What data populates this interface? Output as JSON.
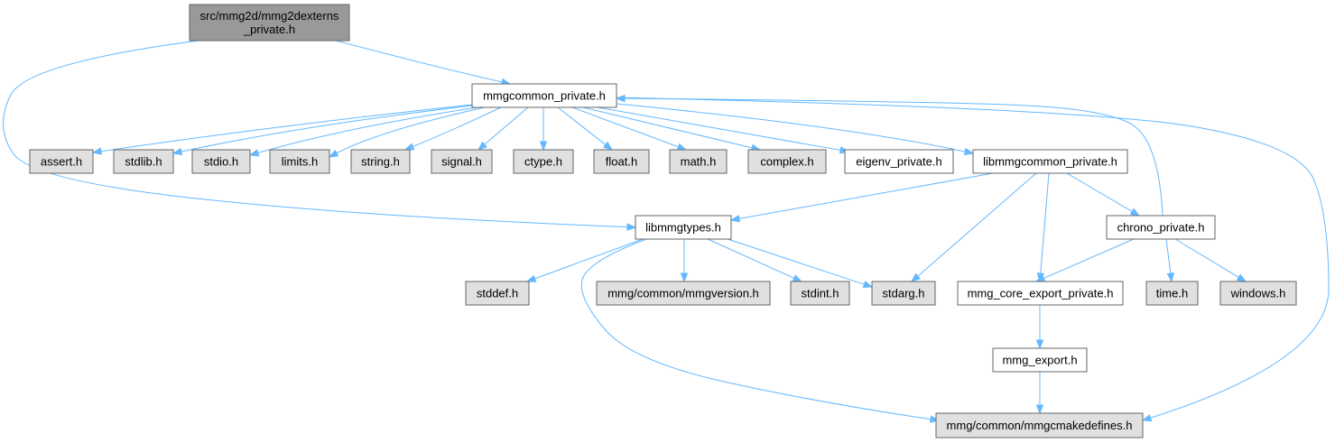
{
  "diagram": {
    "colors": {
      "root_fill": "#999999",
      "documented_fill": "#ffffff",
      "external_fill": "#e0e0e0",
      "border": "#666666",
      "edge": "#63b8ff"
    },
    "nodes": [
      {
        "id": "root",
        "lines": [
          "src/mmg2d/mmg2dexterns",
          "_private.h"
        ],
        "kind": "root"
      },
      {
        "id": "mmgcommon",
        "lines": [
          "mmgcommon_private.h"
        ],
        "kind": "documented"
      },
      {
        "id": "assert",
        "lines": [
          "assert.h"
        ],
        "kind": "external"
      },
      {
        "id": "stdlib",
        "lines": [
          "stdlib.h"
        ],
        "kind": "external"
      },
      {
        "id": "stdio",
        "lines": [
          "stdio.h"
        ],
        "kind": "external"
      },
      {
        "id": "limits",
        "lines": [
          "limits.h"
        ],
        "kind": "external"
      },
      {
        "id": "string",
        "lines": [
          "string.h"
        ],
        "kind": "external"
      },
      {
        "id": "signal",
        "lines": [
          "signal.h"
        ],
        "kind": "external"
      },
      {
        "id": "ctype",
        "lines": [
          "ctype.h"
        ],
        "kind": "external"
      },
      {
        "id": "float",
        "lines": [
          "float.h"
        ],
        "kind": "external"
      },
      {
        "id": "math",
        "lines": [
          "math.h"
        ],
        "kind": "external"
      },
      {
        "id": "complex",
        "lines": [
          "complex.h"
        ],
        "kind": "external"
      },
      {
        "id": "eigenv",
        "lines": [
          "eigenv_private.h"
        ],
        "kind": "documented"
      },
      {
        "id": "libmmgcommon",
        "lines": [
          "libmmgcommon_private.h"
        ],
        "kind": "documented"
      },
      {
        "id": "libmmgtypes",
        "lines": [
          "libmmgtypes.h"
        ],
        "kind": "documented"
      },
      {
        "id": "chrono",
        "lines": [
          "chrono_private.h"
        ],
        "kind": "documented"
      },
      {
        "id": "stddef",
        "lines": [
          "stddef.h"
        ],
        "kind": "external"
      },
      {
        "id": "mmgversion",
        "lines": [
          "mmg/common/mmgversion.h"
        ],
        "kind": "external"
      },
      {
        "id": "stdint",
        "lines": [
          "stdint.h"
        ],
        "kind": "external"
      },
      {
        "id": "stdarg",
        "lines": [
          "stdarg.h"
        ],
        "kind": "external"
      },
      {
        "id": "coreexport",
        "lines": [
          "mmg_core_export_private.h"
        ],
        "kind": "documented"
      },
      {
        "id": "time",
        "lines": [
          "time.h"
        ],
        "kind": "external"
      },
      {
        "id": "windows",
        "lines": [
          "windows.h"
        ],
        "kind": "external"
      },
      {
        "id": "mmgexport",
        "lines": [
          "mmg_export.h"
        ],
        "kind": "documented"
      },
      {
        "id": "cmakedefines",
        "lines": [
          "mmg/common/mmgcmakedefines.h"
        ],
        "kind": "external"
      }
    ],
    "edges": [
      {
        "from": "root",
        "to": "mmgcommon"
      },
      {
        "from": "root",
        "to": "libmmgtypes"
      },
      {
        "from": "mmgcommon",
        "to": "assert"
      },
      {
        "from": "mmgcommon",
        "to": "stdlib"
      },
      {
        "from": "mmgcommon",
        "to": "stdio"
      },
      {
        "from": "mmgcommon",
        "to": "limits"
      },
      {
        "from": "mmgcommon",
        "to": "string"
      },
      {
        "from": "mmgcommon",
        "to": "signal"
      },
      {
        "from": "mmgcommon",
        "to": "ctype"
      },
      {
        "from": "mmgcommon",
        "to": "float"
      },
      {
        "from": "mmgcommon",
        "to": "math"
      },
      {
        "from": "mmgcommon",
        "to": "complex"
      },
      {
        "from": "mmgcommon",
        "to": "eigenv"
      },
      {
        "from": "mmgcommon",
        "to": "libmmgcommon"
      },
      {
        "from": "mmgcommon",
        "to": "cmakedefines"
      },
      {
        "from": "libmmgcommon",
        "to": "libmmgtypes"
      },
      {
        "from": "libmmgcommon",
        "to": "stdarg"
      },
      {
        "from": "libmmgcommon",
        "to": "coreexport"
      },
      {
        "from": "libmmgcommon",
        "to": "chrono"
      },
      {
        "from": "chrono",
        "to": "mmgcommon"
      },
      {
        "from": "chrono",
        "to": "coreexport"
      },
      {
        "from": "chrono",
        "to": "time"
      },
      {
        "from": "chrono",
        "to": "windows"
      },
      {
        "from": "libmmgtypes",
        "to": "stddef"
      },
      {
        "from": "libmmgtypes",
        "to": "mmgversion"
      },
      {
        "from": "libmmgtypes",
        "to": "stdint"
      },
      {
        "from": "libmmgtypes",
        "to": "stdarg"
      },
      {
        "from": "libmmgtypes",
        "to": "cmakedefines"
      },
      {
        "from": "coreexport",
        "to": "mmgexport"
      },
      {
        "from": "mmgexport",
        "to": "cmakedefines"
      }
    ]
  }
}
